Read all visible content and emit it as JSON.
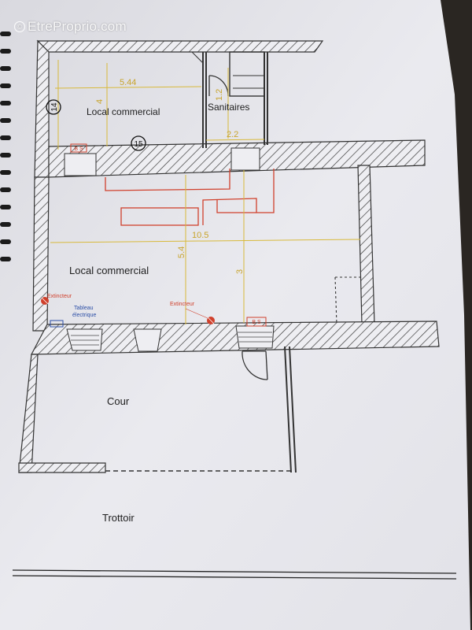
{
  "watermark": "EtreProprio.com",
  "rooms": {
    "local_top": "Local commercial",
    "sanitaires": "Sanitaires",
    "local_main": "Local commercial",
    "cour": "Cour",
    "trottoir": "Trottoir"
  },
  "dimensions": {
    "top_width": "5.44",
    "top_height": "4",
    "sanitaires_height": "1.2",
    "sanitaires_width": "2.2",
    "main_width": "10.5",
    "main_height": "5.4",
    "right_height": "3"
  },
  "markers": {
    "marker_14": "14",
    "marker_15": "15"
  },
  "labels": {
    "bs_top": "B S",
    "bs_bottom": "B S",
    "extincteur_left": "Extincteur",
    "extincteur_center": "Extincteur",
    "tableau_line1": "Tableau",
    "tableau_line2": "électrique"
  },
  "colors": {
    "wall": "#333333",
    "dimension": "#d8b93a",
    "red": "#d0402c",
    "blue": "#2b4ea6",
    "paper": "#e9e9ee"
  }
}
